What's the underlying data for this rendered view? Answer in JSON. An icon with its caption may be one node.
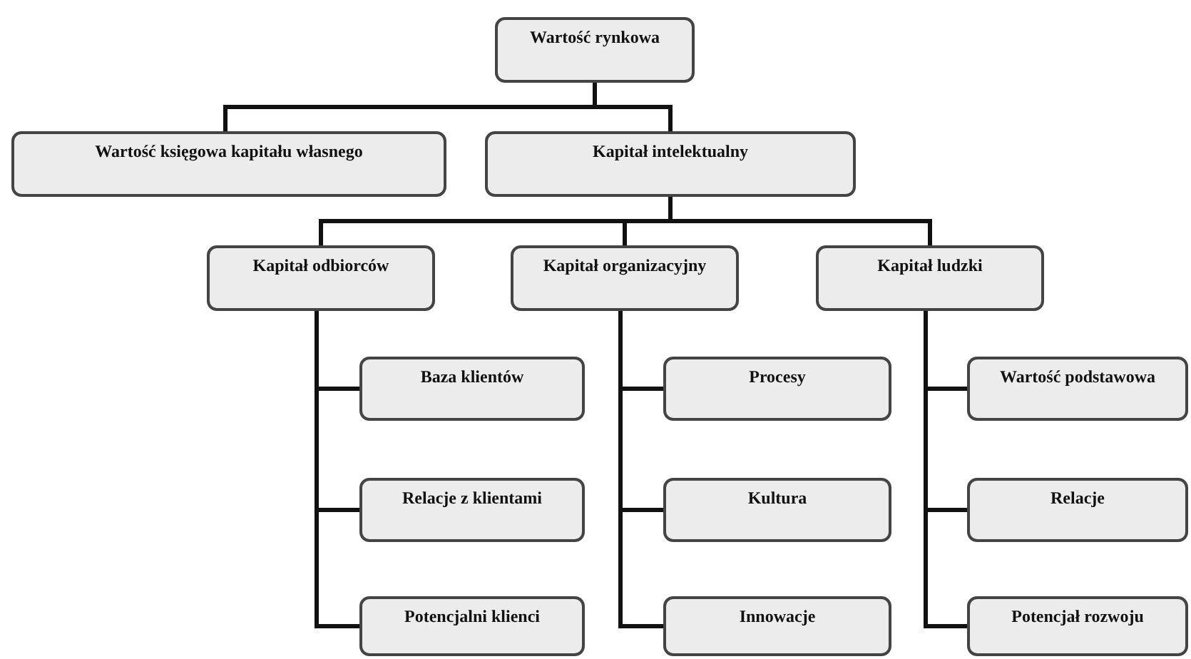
{
  "diagram": {
    "nodes": [
      {
        "text": [
          "Wartość rynkowa"
        ]
      },
      {
        "text": [
          "Wartość księgowa kapitału własnego"
        ]
      },
      {
        "text": [
          "Kapitał intelektualny"
        ]
      },
      {
        "text": [
          "Kapitał odbiorców"
        ]
      },
      {
        "text": [
          "Kapitał organizacyjny"
        ]
      },
      {
        "text": [
          "Kapitał ludzki"
        ]
      },
      {
        "text": [
          "Baza klientów"
        ]
      },
      {
        "text": [
          "Relacje z klientami"
        ]
      },
      {
        "text": [
          "Potencjalni klienci"
        ]
      },
      {
        "text": [
          "Procesy"
        ]
      },
      {
        "text": [
          "Kultura"
        ]
      },
      {
        "text": [
          "Innowacje"
        ]
      },
      {
        "text": [
          "Wartość podstawowa"
        ]
      },
      {
        "text": [
          "Relacje"
        ]
      },
      {
        "text": [
          "Potencjał rozwoju"
        ]
      }
    ],
    "edges": [
      {
        "from": 0,
        "to": 1,
        "arrow": "none"
      },
      {
        "from": 0,
        "to": 2,
        "arrow": "none"
      },
      {
        "from": 2,
        "to": 3,
        "arrow": "none"
      },
      {
        "from": 2,
        "to": 4,
        "arrow": "none"
      },
      {
        "from": 2,
        "to": 5,
        "arrow": "none"
      },
      {
        "from": 3,
        "to": 6,
        "arrow": "none"
      },
      {
        "from": 3,
        "to": 7,
        "arrow": "none"
      },
      {
        "from": 3,
        "to": 8,
        "arrow": "none"
      },
      {
        "from": 4,
        "to": 9,
        "arrow": "none"
      },
      {
        "from": 4,
        "to": 10,
        "arrow": "none"
      },
      {
        "from": 4,
        "to": 11,
        "arrow": "none"
      },
      {
        "from": 5,
        "to": 12,
        "arrow": "none"
      },
      {
        "from": 5,
        "to": 13,
        "arrow": "none"
      },
      {
        "from": 5,
        "to": 14,
        "arrow": "none"
      }
    ]
  }
}
